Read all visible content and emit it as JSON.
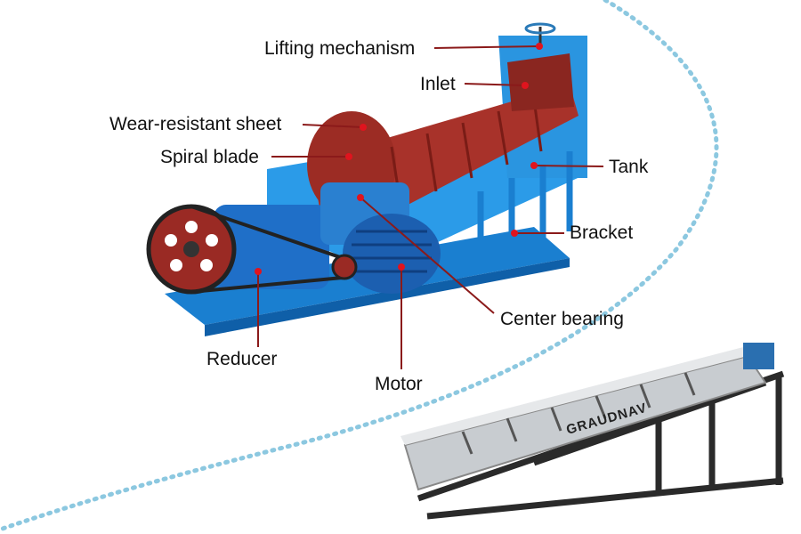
{
  "labels": {
    "lifting_mechanism": "Lifting mechanism",
    "inlet": "Inlet",
    "wear_resistant_sheet": "Wear-resistant sheet",
    "spiral_blade": "Spiral blade",
    "tank": "Tank",
    "bracket": "Bracket",
    "center_bearing": "Center bearing",
    "reducer": "Reducer",
    "motor": "Motor"
  },
  "logo_text": "GRAUDNAV",
  "colors": {
    "leader_line": "#8b1a1a",
    "dot": "#e0141e",
    "frame_blue": "#1f8fe0",
    "spiral_red": "#a8322a",
    "dotted_arc": "#8cc8e0"
  }
}
